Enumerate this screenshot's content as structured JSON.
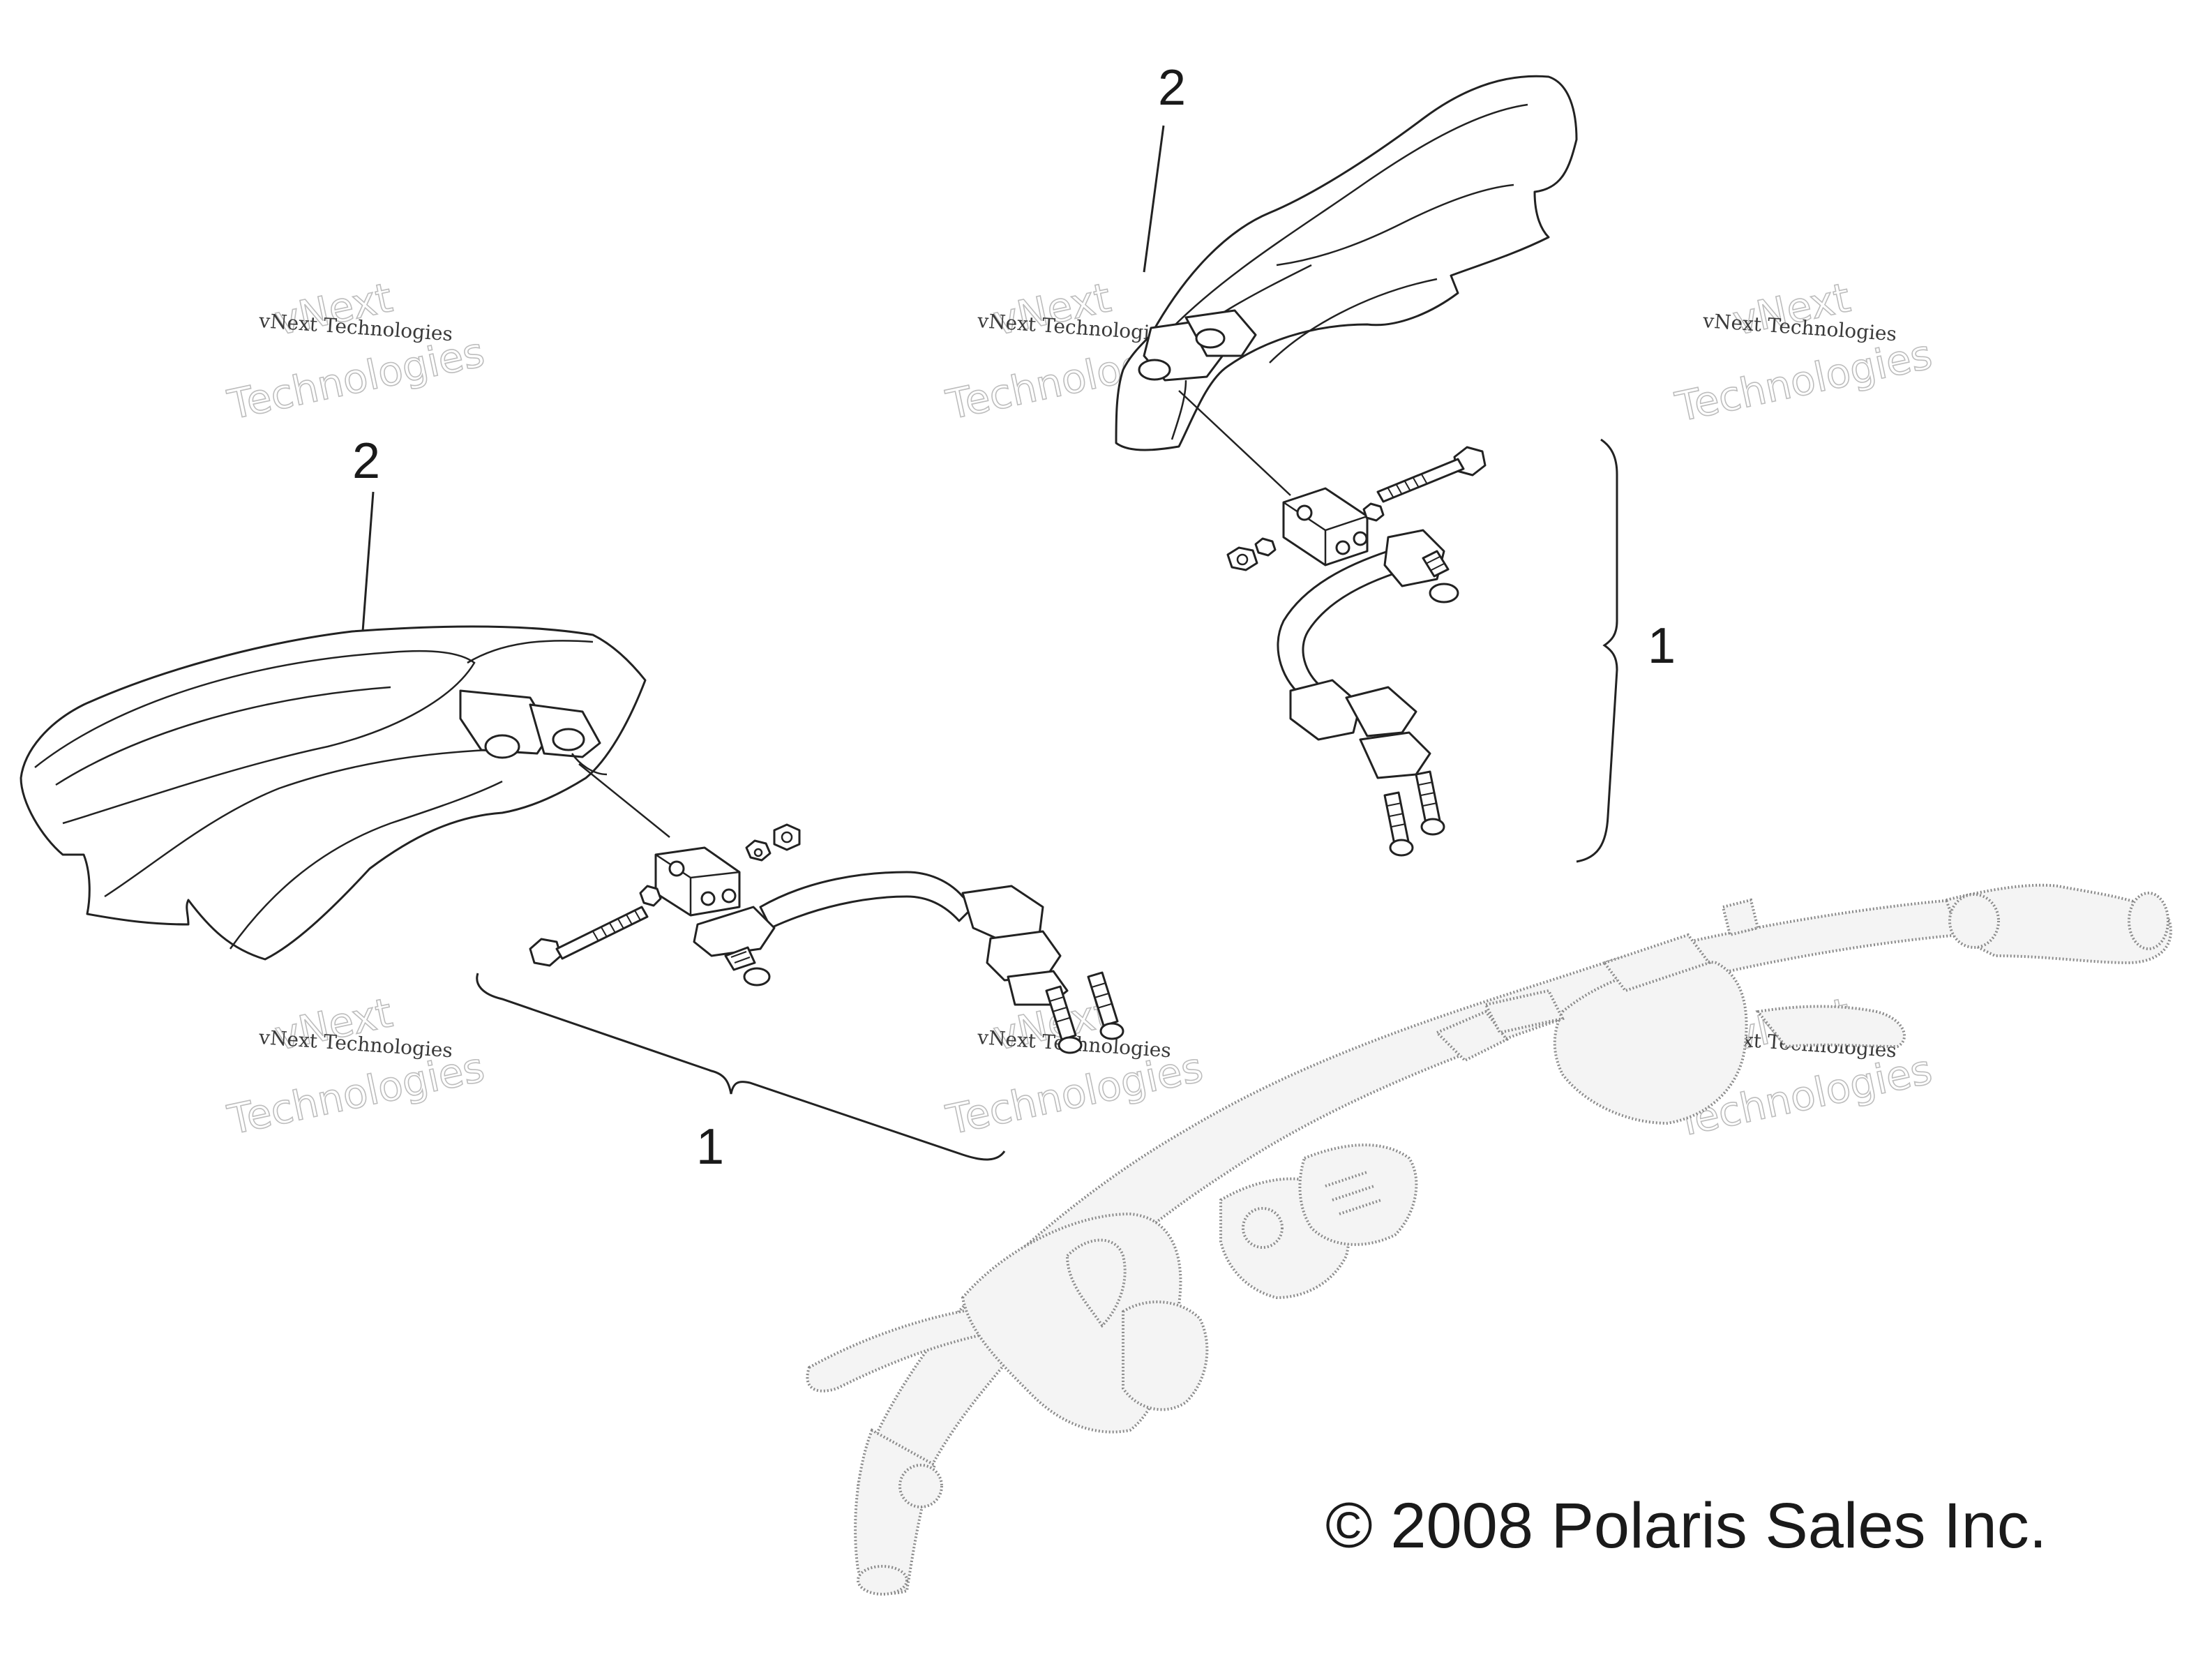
{
  "callouts": {
    "left_guard": "2",
    "right_guard": "2",
    "left_kit": "1",
    "right_kit": "1"
  },
  "watermark": {
    "small_text": "vNext Technologies",
    "big_line1": "vNext",
    "big_line2": "Technologies"
  },
  "copyright": "© 2008 Polaris Sales Inc."
}
